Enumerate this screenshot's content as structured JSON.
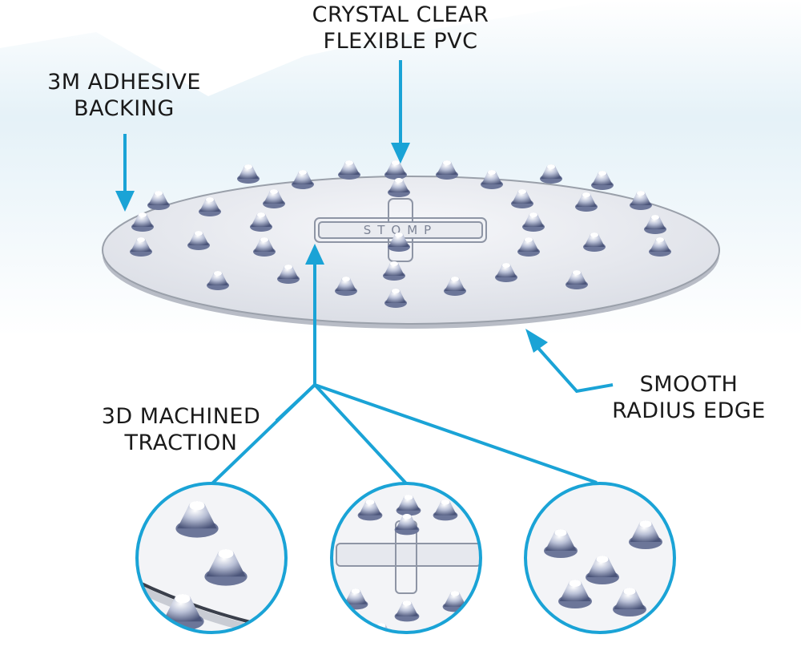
{
  "labels": {
    "crystal_clear": {
      "line1": "CRYSTAL CLEAR",
      "line2": "FLEXIBLE PVC"
    },
    "adhesive": {
      "line1": "3M ADHESIVE",
      "line2": "BACKING"
    },
    "smooth_edge": {
      "line1": "SMOOTH",
      "line2": "RADIUS EDGE"
    },
    "traction": {
      "line1": "3D MACHINED",
      "line2": "TRACTION"
    }
  },
  "logo_text": "STOMP",
  "colors": {
    "accent": "#1aa3d6",
    "text": "#1a1a1a",
    "pad_fill": "#eceef3",
    "pad_edge": "#9aa0aa",
    "spike": "#5a6485",
    "sky": "#d6ebf4"
  }
}
